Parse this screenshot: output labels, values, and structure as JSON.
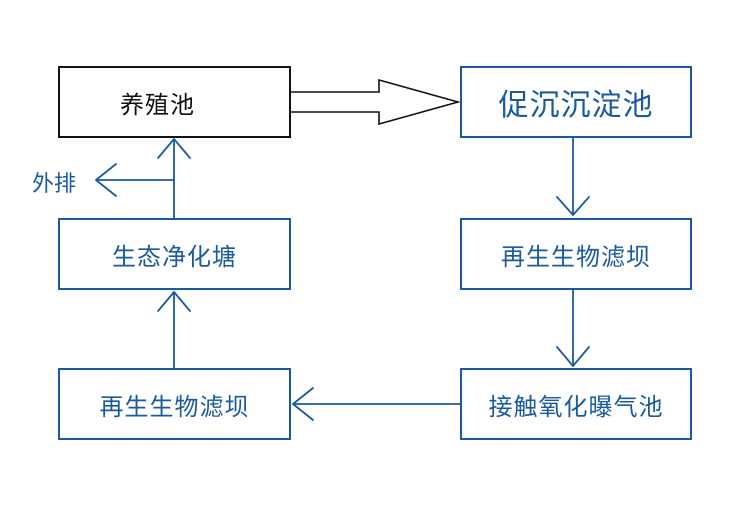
{
  "colors": {
    "accent": "#1a5aa0",
    "dark": "#111111"
  },
  "nodes": {
    "breeding_pond": "养殖池",
    "sedimentation_pond": "促沉沉淀池",
    "bio_filter_dam_right": "再生生物滤坝",
    "contact_oxidation_aeration_pond": "接触氧化曝气池",
    "bio_filter_dam_left": "再生生物滤坝",
    "ecological_purification_pond": "生态净化塘"
  },
  "discharge_label": "外排"
}
